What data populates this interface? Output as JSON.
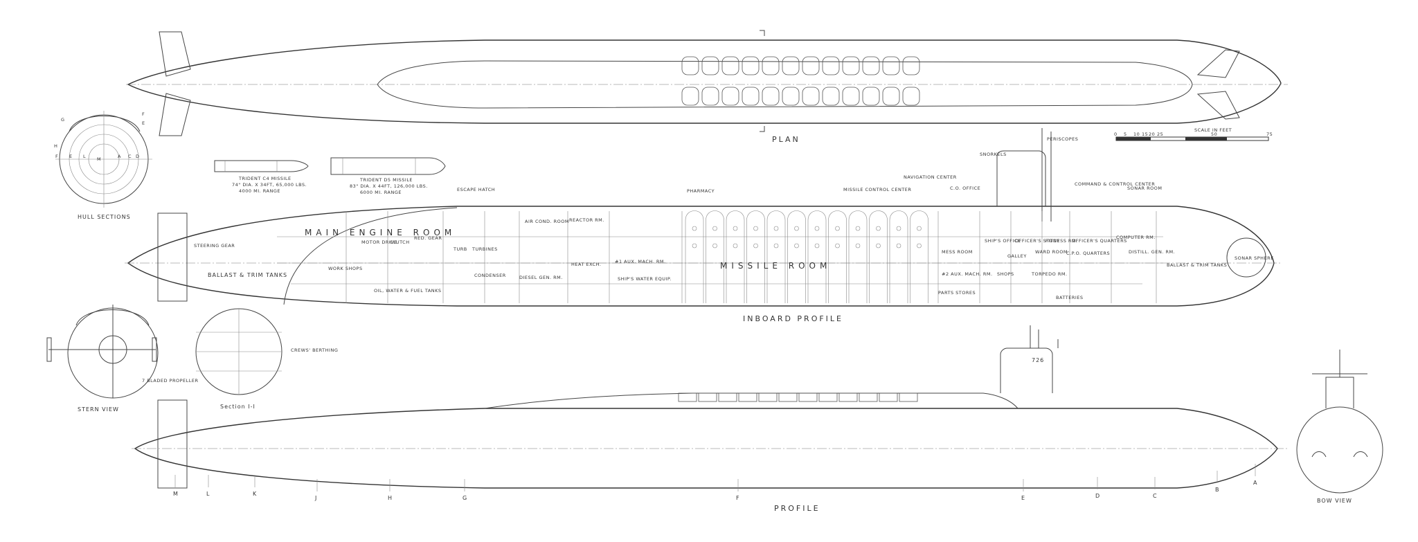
{
  "views": {
    "plan": "PLAN",
    "inboard_profile": "INBOARD PROFILE",
    "profile": "PROFILE",
    "hull_sections": "HULL SECTIONS",
    "stern_view": "STERN VIEW",
    "bow_view": "BOW VIEW",
    "section_1_1": "Section I-I"
  },
  "scale": {
    "title": "SCALE IN FEET",
    "ticks": [
      "0",
      "5",
      "10",
      "15",
      "20",
      "25",
      "50",
      "75"
    ]
  },
  "missiles": [
    {
      "name": "TRIDENT C4 MISSILE",
      "spec": "74\" DIA. X 34FT, 65,000 LBS.",
      "range": "4000 MI. RANGE"
    },
    {
      "name": "TRIDENT D5 MISSILE",
      "spec": "83\" DIA. X 44FT, 126,000 LBS.",
      "range": "6000 MI. RANGE"
    }
  ],
  "inboard_labels": {
    "escape_hatch": "ESCAPE HATCH",
    "pharmacy": "PHARMACY",
    "navigation_center": "NAVIGATION CENTER",
    "missile_control_center": "MISSILE CONTROL CENTER",
    "co_office": "C.O. OFFICE",
    "command_control": "COMMAND & CONTROL CENTER",
    "sonar_room": "SONAR ROOM",
    "snorkel": "SNORKELS",
    "periscopes": "PERISCOPES",
    "steering_gear": "STEERING GEAR",
    "ballast_aft": "BALLAST & TRIM TANKS",
    "ballast_fwd": "BALLAST & TRIM TANKS",
    "main_engine_room": "MAIN ENGINE ROOM",
    "motor_drive": "MOTOR DRIVE",
    "clutch": "CLUTCH",
    "red_gear": "RED. GEAR",
    "work_shops": "WORK SHOPS",
    "turbo": "TURB",
    "turbines": "TURBINES",
    "condenser": "CONDENSER",
    "oil_water_fuel": "OIL, WATER & FUEL TANKS",
    "air_cond_room": "AIR COND. ROOM",
    "reactor_rm": "REACTOR RM.",
    "diesel_gen": "DIESEL GEN. RM.",
    "heat_exch": "HEAT EXCH.",
    "aux_mach_1": "#1 AUX. MACH. RM.",
    "ships_water_equip": "SHIP'S WATER EQUIP.",
    "missile_room": "MISSILE ROOM",
    "mess_room": "MESS ROOM",
    "ships_office": "SHIP'S OFFICE",
    "officers_study": "OFFICER'S STUDY",
    "fitness_rm": "FITNESS RM.",
    "officers_quarters": "OFFICER'S QUARTERS",
    "computer_rm": "COMPUTER RM.",
    "distill_gen": "DISTILL. GEN. RM.",
    "galley": "GALLEY",
    "wardroom": "WARD ROOM",
    "crew_quarters": "C.P.O. QUARTERS",
    "aux_mach_2": "#2 AUX. MACH. RM.",
    "shops": "SHOPS",
    "torpedo_rm": "TORPEDO RM.",
    "parts_stores": "PARTS STORES",
    "batteries": "BATTERIES",
    "sonar_sphere": "SONAR SPHERE"
  },
  "misc_labels": {
    "skewed_propeller": "7 BLADED PROPELLER",
    "crews_berthing": "CREWS' BERTHING",
    "hull_number": "726"
  },
  "station_letters": [
    "M",
    "L",
    "K",
    "J",
    "H",
    "G",
    "F",
    "E",
    "D",
    "C",
    "B",
    "A"
  ],
  "section_letters": [
    "G",
    "F",
    "E",
    "H",
    "F",
    "E",
    "L",
    "A",
    "C",
    "D",
    "M"
  ]
}
